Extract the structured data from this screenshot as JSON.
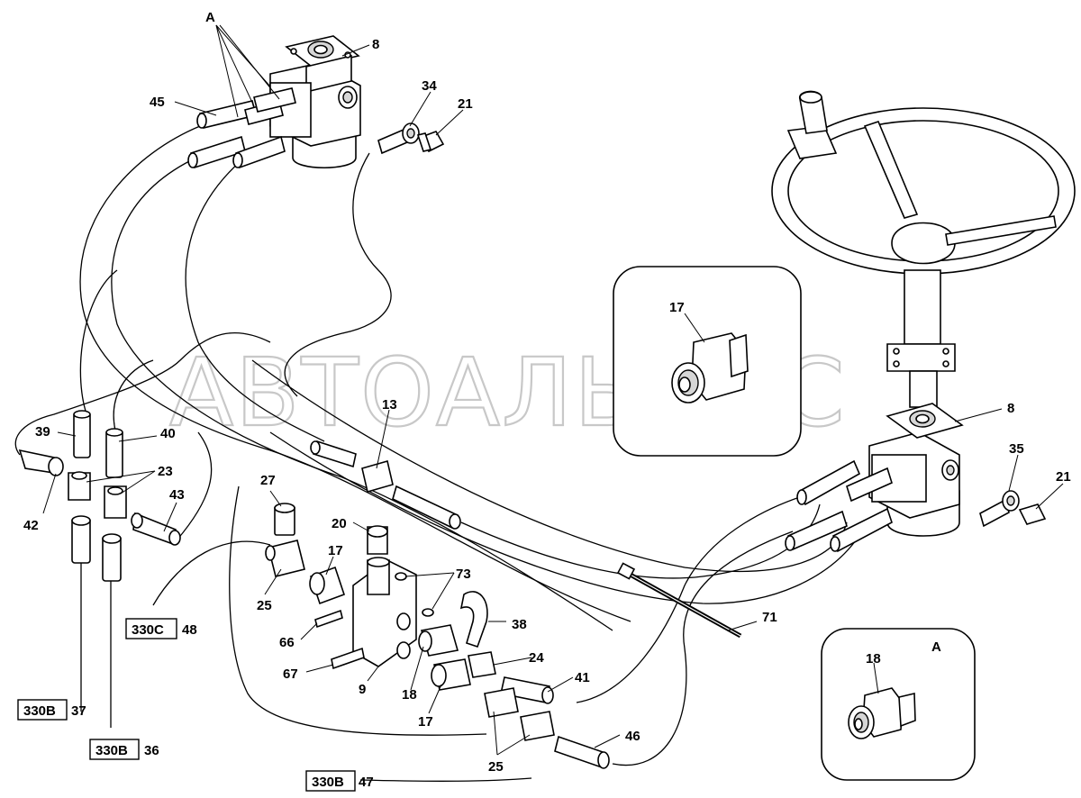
{
  "watermark": "АВТОАЛЬЯНС",
  "callouts": {
    "a_top": "A",
    "p8_top": "8",
    "p45": "45",
    "p34": "34",
    "p21_top": "21",
    "p17_detail": "17",
    "p8_right": "8",
    "p35": "35",
    "p21_right": "21",
    "p13": "13",
    "p39": "39",
    "p40": "40",
    "p23": "23",
    "p42": "42",
    "p43": "43",
    "p27": "27",
    "p20": "20",
    "p17_mid": "17",
    "p73": "73",
    "p25_left": "25",
    "p38": "38",
    "p66": "66",
    "p24": "24",
    "p67": "67",
    "p9": "9",
    "p18_mid": "18",
    "p41": "41",
    "p17_low": "17",
    "p46": "46",
    "p25_low": "25",
    "p71": "71",
    "p18_detail": "18",
    "a_detail": "A",
    "p48": "48",
    "p37": "37",
    "p36": "36",
    "p47": "47"
  },
  "refboxes": {
    "ref_330c": "330C",
    "ref_330b_37": "330B",
    "ref_330b_36": "330B",
    "ref_330b_47": "330B"
  }
}
